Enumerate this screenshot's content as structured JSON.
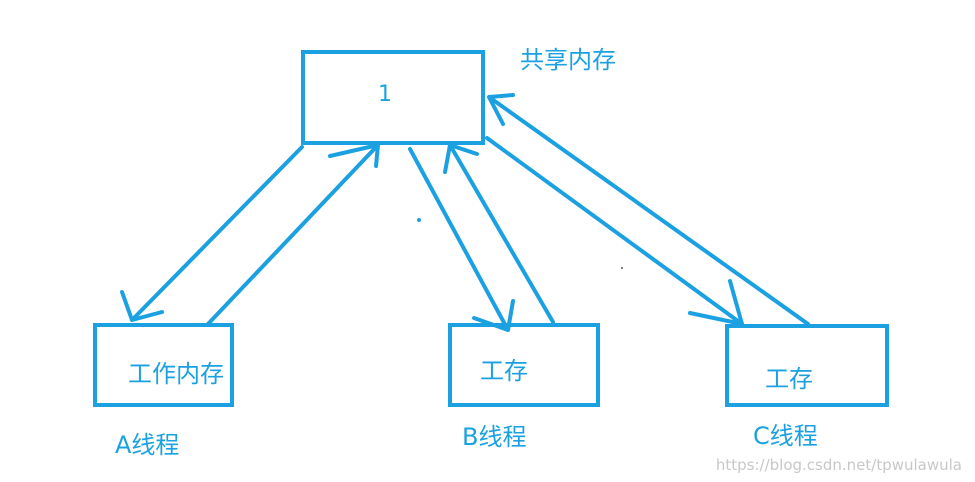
{
  "colors": {
    "stroke": "#1ba1e2",
    "text": "#1ba1e2",
    "watermark": "#c8c8c8",
    "background": "#ffffff"
  },
  "shared_memory": {
    "label": "共享内存",
    "value": "1"
  },
  "threads": [
    {
      "box_label": "工作内存",
      "thread_label": "A线程"
    },
    {
      "box_label": "工存",
      "thread_label": "B线程"
    },
    {
      "box_label": "工存",
      "thread_label": "C线程"
    }
  ],
  "watermark": "https://blog.csdn.net/tpwulawula"
}
